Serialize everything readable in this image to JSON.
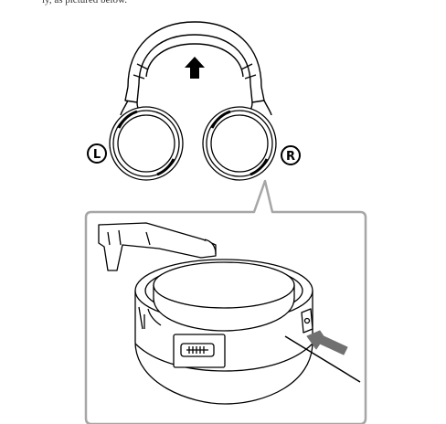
{
  "top_text": "ly, as pictured below.",
  "labels": {
    "left": "L",
    "right": "R"
  },
  "icons": {
    "up_arrow": "up-arrow-icon",
    "press_arrow": "pointing-arrow-icon"
  },
  "colors": {
    "line": "#000000",
    "callout_border": "#a6a6a6",
    "fill": "#ffffff"
  }
}
